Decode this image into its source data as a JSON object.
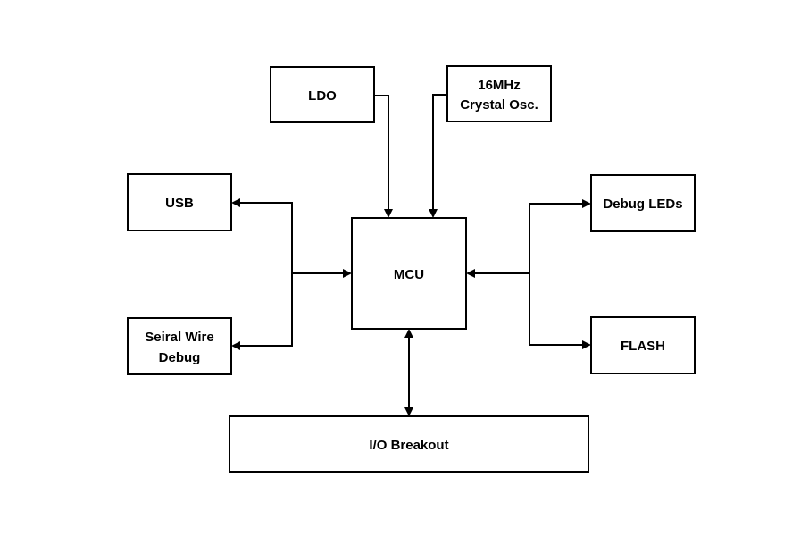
{
  "diagram": {
    "blocks": {
      "ldo": {
        "line1": "LDO"
      },
      "osc": {
        "line1": "16MHz",
        "line2": "Crystal Osc."
      },
      "usb": {
        "line1": "USB"
      },
      "swd": {
        "line1": "Seiral Wire",
        "line2": "Debug"
      },
      "mcu": {
        "line1": "MCU"
      },
      "debug_leds": {
        "line1": "Debug LEDs"
      },
      "flash": {
        "line1": "FLASH"
      },
      "io_breakout": {
        "line1": "I/O Breakout"
      }
    },
    "colors": {
      "stroke": "#000000",
      "fill": "#ffffff",
      "text": "#000000"
    }
  }
}
